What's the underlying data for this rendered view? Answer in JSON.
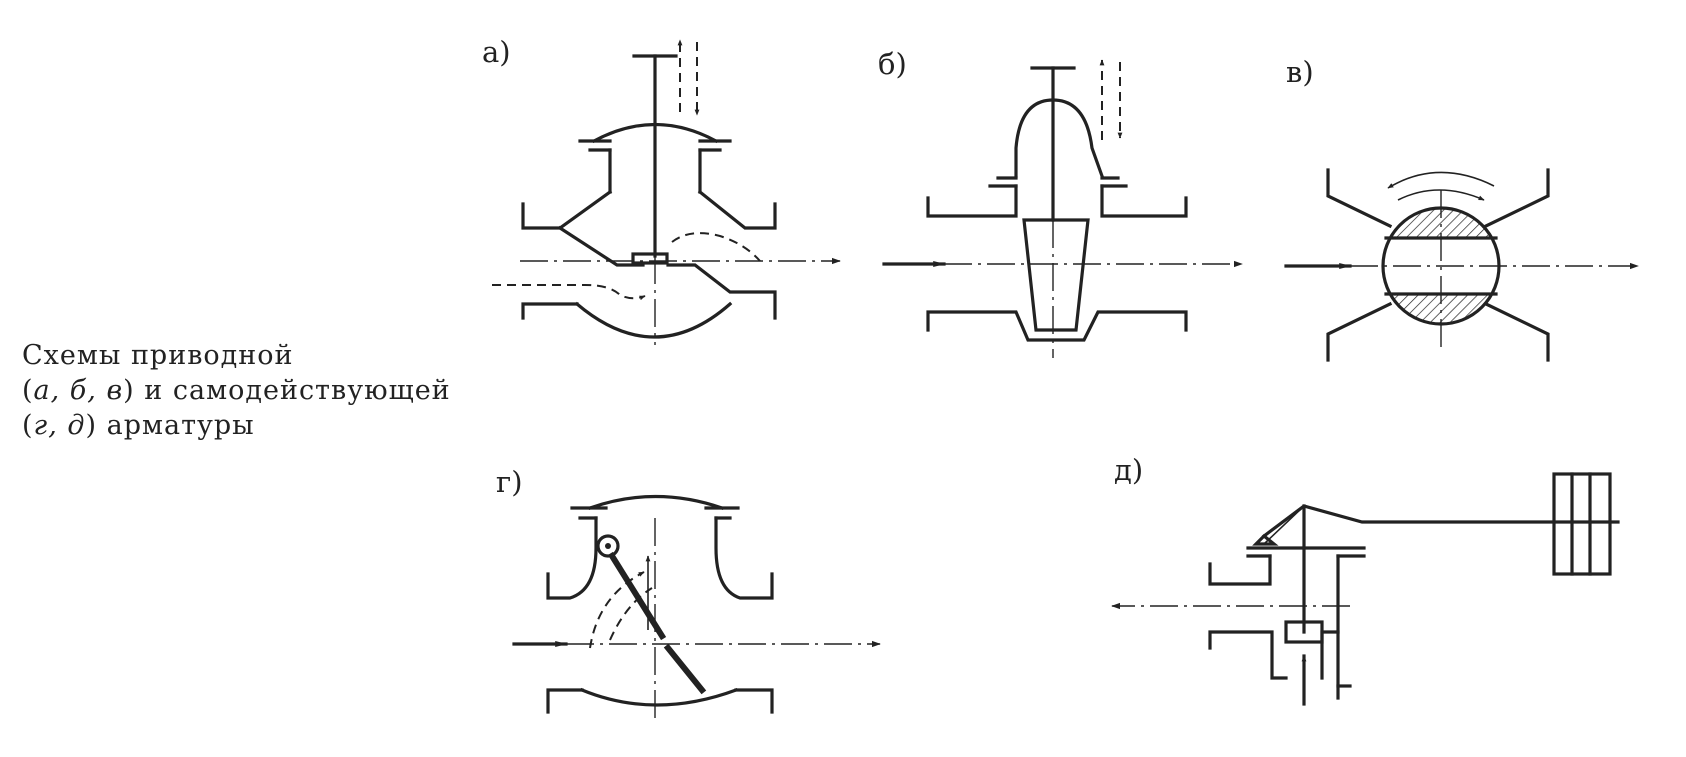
{
  "caption": {
    "line1": "Схемы  приводной",
    "line2_open": "(",
    "line2_italic": "а,  б,  в",
    "line2_rest": ")  и  самодействующей",
    "line3_open": "(",
    "line3_italic": "г,  д",
    "line3_rest": ")  арматуры"
  },
  "panels": [
    {
      "id": "a",
      "label": "а)"
    },
    {
      "id": "b",
      "label": "б)"
    },
    {
      "id": "v",
      "label": "в)"
    },
    {
      "id": "g",
      "label": "г)"
    },
    {
      "id": "d",
      "label": "д)"
    }
  ]
}
